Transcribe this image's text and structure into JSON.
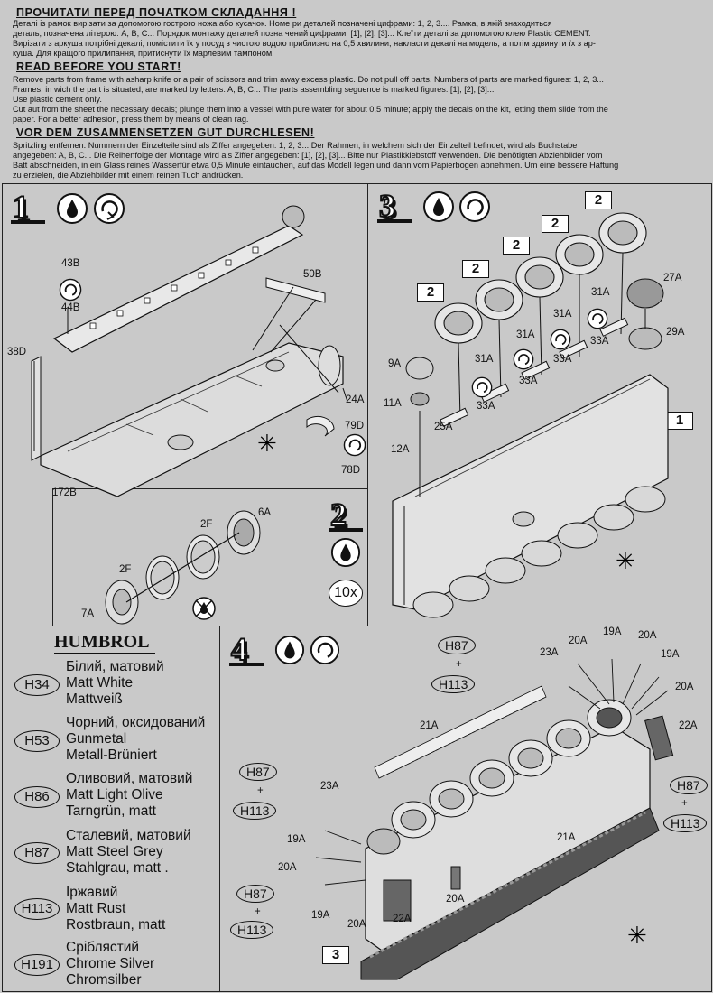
{
  "header": {
    "ua_title": "ПРОЧИТАТИ ПЕРЕД ПОЧАТКОМ СКЛАДАННЯ !",
    "ua_lines": [
      "Деталі із рамок вирізати за допомогою гострого ножа або кусачок. Номе ри деталей позначені цифрами: 1, 2, 3....   Рамка, в якій знаходиться",
      "деталь, позначена літерою: А, В, С...  Порядок монтажу  деталей позна чений цифрами: [1], [2], [3]...  Клеїти деталі за допомогою клею  Plastic CEMENT.",
      "Вирізати з аркуша потрібні декалі; помістити їх у посуд з чистою водою  приблизно на 0,5 хвилини, накласти декалі на модель, а потім  здвинути їх з ар-",
      "куша. Для кращого прилипання, притиснути їх марлевим  тампоном."
    ],
    "en_title": "READ BEFORE YOU START!",
    "en_lines": [
      "Remove parts from frame with asharp knife or a pair of scissors and trim   away excess plastic. Do not pull off parts. Numbers of parts are  marked figures: 1, 2, 3...",
      "Frames, in wich the part is situated, are marked  by letters:  A, B, C... The parts assembling seguence is marked figures:  [1], [2], [3]...",
      "Use plastic cement only.",
      "Cut aut from the sheet the necessary  decals; plunge them into a vessel with  pure water for about 0,5 minute; apply  the decals on the kit, letting them  slide from the",
      "paper. For a better adhesion,  press them by means of clean rag."
    ],
    "de_title": "VOR DEM ZUSAMMENSETZEN GUT DURCHLESEN!",
    "de_lines": [
      "Spritzling entfemen.  Nummern der Einzelteile sind als Ziffer angegeben:  1, 2, 3...   Der Rahmen, in welchem sich der Einzelteil befindet, wird  als Buchstabe",
      "angegeben:  A, B, C...  Die Reihenfolge der Montage  wird als   Ziffer angegeben: [1], [2], [3]... Bitte nur Plastikklebstoff verwenden.  Die benötigten Abziehbilder vom",
      "Batt abschneiden, in ein Glass reines Wasserfür etwa 0,5 Minute  eintauchen, auf das Modell legen und dann vom  Papierbogen abnehmen.  Um eine bessere Haftung",
      "zu erzielen, die Abziehbilder mit einem reinen  Tuch andrücken."
    ]
  },
  "steps": {
    "s1": {
      "number": "1",
      "parts": [
        "43B",
        "44B",
        "50B",
        "38D",
        "24A",
        "79D",
        "78D",
        "172B"
      ]
    },
    "s2": {
      "number": "2",
      "parts": [
        "2F",
        "6A",
        "2F",
        "7A"
      ],
      "qty": "10x"
    },
    "s3": {
      "number": "3",
      "parts": [
        "27A",
        "29A",
        "31A",
        "31A",
        "33A",
        "31A",
        "33A",
        "31A",
        "33A",
        "9A",
        "11A",
        "25A",
        "33A",
        "12A"
      ],
      "ref_box": "2",
      "ref_step": "1"
    },
    "s4": {
      "number": "4",
      "parts": [
        "20A",
        "19A",
        "20A",
        "19A",
        "23A",
        "20A",
        "22A",
        "21A",
        "23A",
        "21A",
        "19A",
        "20A",
        "22A",
        "19A",
        "20A",
        "20A"
      ],
      "ref_step": "3"
    }
  },
  "paint_callouts": [
    "H87",
    "H113"
  ],
  "humbrol": {
    "brand": "HUMBROL",
    "paints": [
      {
        "code": "H34",
        "ua": "Білий, матовий",
        "en": "Matt White",
        "de": "Mattweiß"
      },
      {
        "code": "H53",
        "ua": "Чорний, оксидований",
        "en": "Gunmetal",
        "de": "Metall-Brüniert"
      },
      {
        "code": "H86",
        "ua": "Оливовий, матовий",
        "en": "Matt Light Olive",
        "de": "Tarngrün, matt"
      },
      {
        "code": "H87",
        "ua": "Сталевий, матовий",
        "en": "Matt Steel Grey",
        "de": "Stahlgrau, matt ."
      },
      {
        "code": "H113",
        "ua": "Іржавий",
        "en": "Matt Rust",
        "de": "Rostbraun, matt"
      },
      {
        "code": "H191",
        "ua": "Сріблястий",
        "en": "Chrome Silver",
        "de": "Chromsilber"
      }
    ]
  },
  "symbols": {
    "glue": "glue-drop-icon",
    "rotate": "rotate-arrow-icon",
    "no_glue": "no-glue-icon",
    "asterisk": "asterisk-symbol"
  }
}
